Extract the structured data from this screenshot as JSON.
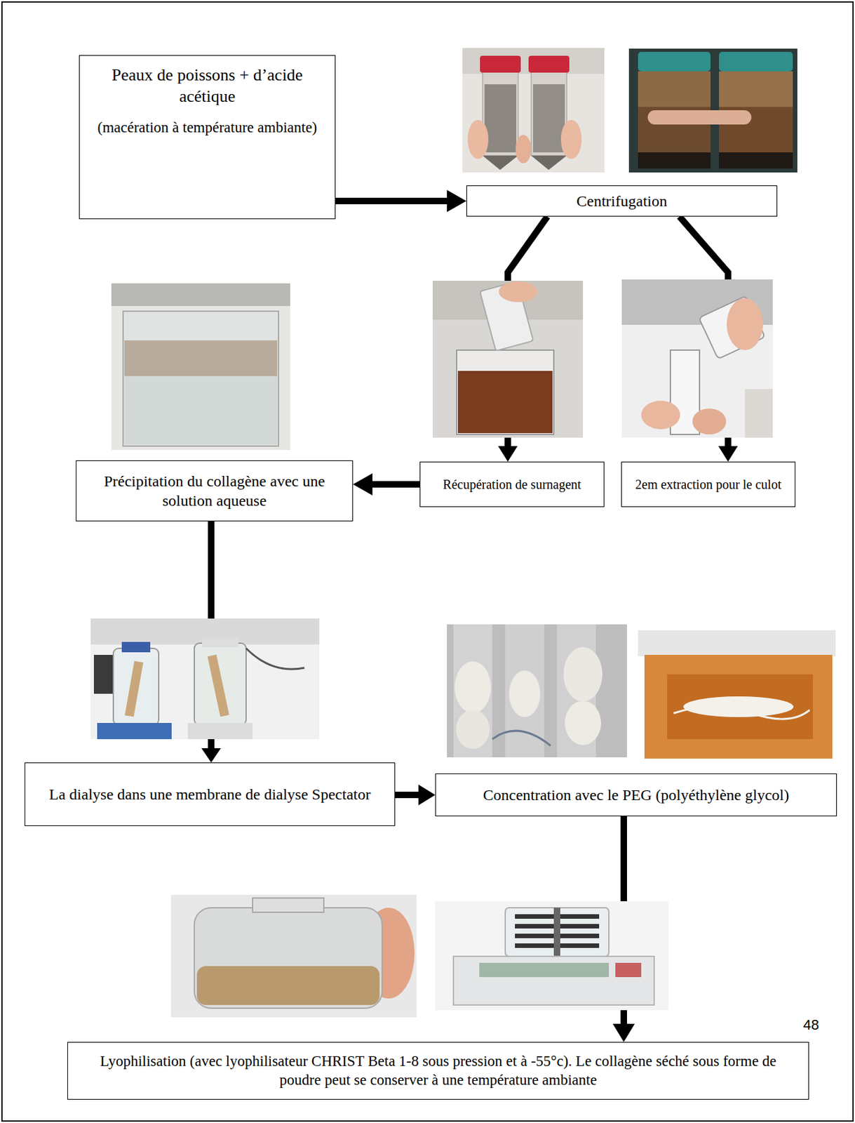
{
  "diagram": {
    "nodes": [
      {
        "text": [
          "Peaux de poissons + d’acide acétique",
          "(macération à température ambiante)"
        ]
      },
      {
        "text": [
          "Centrifugation"
        ]
      },
      {
        "text": [
          "Récupération de surnagent"
        ]
      },
      {
        "text": [
          "2em extraction pour le culot"
        ]
      },
      {
        "text": [
          "Précipitation du collagène avec une solution aqueuse"
        ]
      },
      {
        "text": [
          "La dialyse dans une membrane de dialyse Spectator"
        ]
      },
      {
        "text": [
          "Concentration avec le PEG (polyéthylène glycol)"
        ]
      },
      {
        "text": [
          "Lyophilisation (avec lyophilisateur CHRIST Beta 1-8 sous pression et à -55°c). Le collagène séché sous forme de poudre peut se conserver à une température ambiante"
        ]
      }
    ],
    "edges": [
      {
        "from": 0,
        "to": 1,
        "arrow": "to"
      },
      {
        "from": 1,
        "to": 2,
        "arrow": "to"
      },
      {
        "from": 1,
        "to": 3,
        "arrow": "to"
      },
      {
        "from": 2,
        "to": 4,
        "arrow": "to"
      },
      {
        "from": 4,
        "to": 5,
        "arrow": "to"
      },
      {
        "from": 5,
        "to": 6,
        "arrow": "to"
      },
      {
        "from": 6,
        "to": 7,
        "arrow": "to"
      }
    ],
    "labels": [
      "48"
    ]
  }
}
